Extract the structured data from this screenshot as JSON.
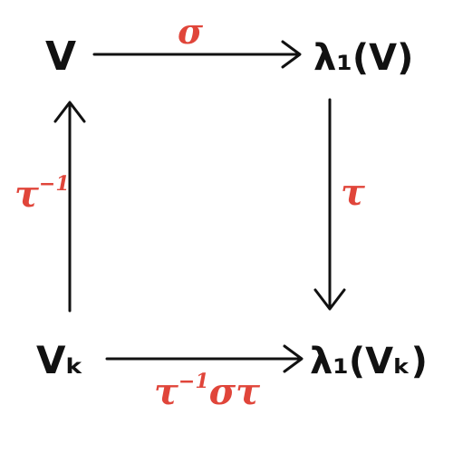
{
  "nodes": {
    "top_left": "V",
    "top_right": "λ₁(V)",
    "bottom_left": "Vₖ",
    "bottom_right": "λ₁(Vₖ)"
  },
  "edges": {
    "top": {
      "label": "σ"
    },
    "right": {
      "label": "τ"
    },
    "left": {
      "label_base": "τ",
      "label_sup": "−1"
    },
    "bottom": {
      "label_part1": "τ",
      "label_sup": "−1",
      "label_part2": "στ"
    }
  },
  "colors": {
    "node_text": "#111111",
    "edge_label": "#e0453a",
    "arrow": "#111111"
  }
}
